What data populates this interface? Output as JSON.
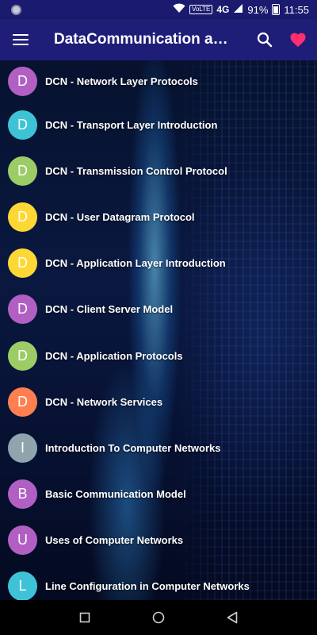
{
  "status_bar": {
    "volte": "VoLTE",
    "network": "4G",
    "battery": "91%",
    "time": "11:55"
  },
  "app_bar": {
    "title": "DataCommunication and Networks",
    "colors": {
      "background": "#1e1e78",
      "heart": "#ff2e6e"
    }
  },
  "list": {
    "items": [
      {
        "letter": "D",
        "label": "DCN - Network Layer Protocols",
        "color": "#b25fc4"
      },
      {
        "letter": "D",
        "label": "DCN - Transport Layer Introduction",
        "color": "#3ec3d6"
      },
      {
        "letter": "D",
        "label": "DCN - Transmission Control Protocol",
        "color": "#9ccc65"
      },
      {
        "letter": "D",
        "label": "DCN - User Datagram Protocol",
        "color": "#fdd835"
      },
      {
        "letter": "D",
        "label": "DCN - Application Layer Introduction",
        "color": "#fdd835"
      },
      {
        "letter": "D",
        "label": "DCN - Client Server Model",
        "color": "#b25fc4"
      },
      {
        "letter": "D",
        "label": "DCN - Application Protocols",
        "color": "#9ccc65"
      },
      {
        "letter": "D",
        "label": "DCN - Network Services",
        "color": "#ff7f50"
      },
      {
        "letter": "I",
        "label": "Introduction To Computer Networks",
        "color": "#90a4ae"
      },
      {
        "letter": "B",
        "label": "Basic Communication Model",
        "color": "#b25fc4"
      },
      {
        "letter": "U",
        "label": "Uses of Computer Networks",
        "color": "#b25fc4"
      },
      {
        "letter": "L",
        "label": "Line Configuration in Computer Networks",
        "color": "#3ec3d6"
      }
    ]
  }
}
